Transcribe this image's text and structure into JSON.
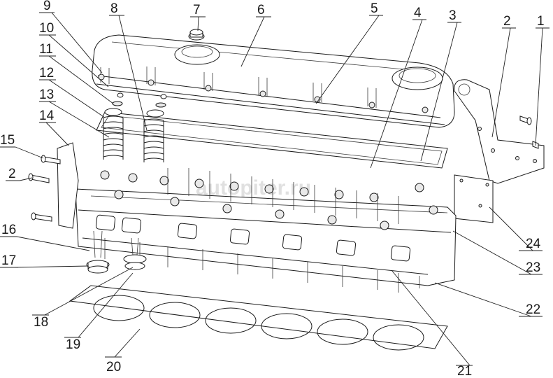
{
  "callouts": [
    {
      "id": "c1",
      "label": "1"
    },
    {
      "id": "c2a",
      "label": "2"
    },
    {
      "id": "c3",
      "label": "3"
    },
    {
      "id": "c4",
      "label": "4"
    },
    {
      "id": "c5",
      "label": "5"
    },
    {
      "id": "c6",
      "label": "6"
    },
    {
      "id": "c7",
      "label": "7"
    },
    {
      "id": "c8",
      "label": "8"
    },
    {
      "id": "c9",
      "label": "9"
    },
    {
      "id": "c10",
      "label": "10"
    },
    {
      "id": "c11",
      "label": "11"
    },
    {
      "id": "c12",
      "label": "12"
    },
    {
      "id": "c13",
      "label": "13"
    },
    {
      "id": "c14",
      "label": "14"
    },
    {
      "id": "c15",
      "label": "15"
    },
    {
      "id": "c2b",
      "label": "2"
    },
    {
      "id": "c16",
      "label": "16"
    },
    {
      "id": "c17",
      "label": "17"
    },
    {
      "id": "c18",
      "label": "18"
    },
    {
      "id": "c19",
      "label": "19"
    },
    {
      "id": "c20",
      "label": "20"
    },
    {
      "id": "c21",
      "label": "21"
    },
    {
      "id": "c22",
      "label": "22"
    },
    {
      "id": "c23",
      "label": "23"
    },
    {
      "id": "c24",
      "label": "24"
    }
  ],
  "watermark": "autopiter.ru"
}
